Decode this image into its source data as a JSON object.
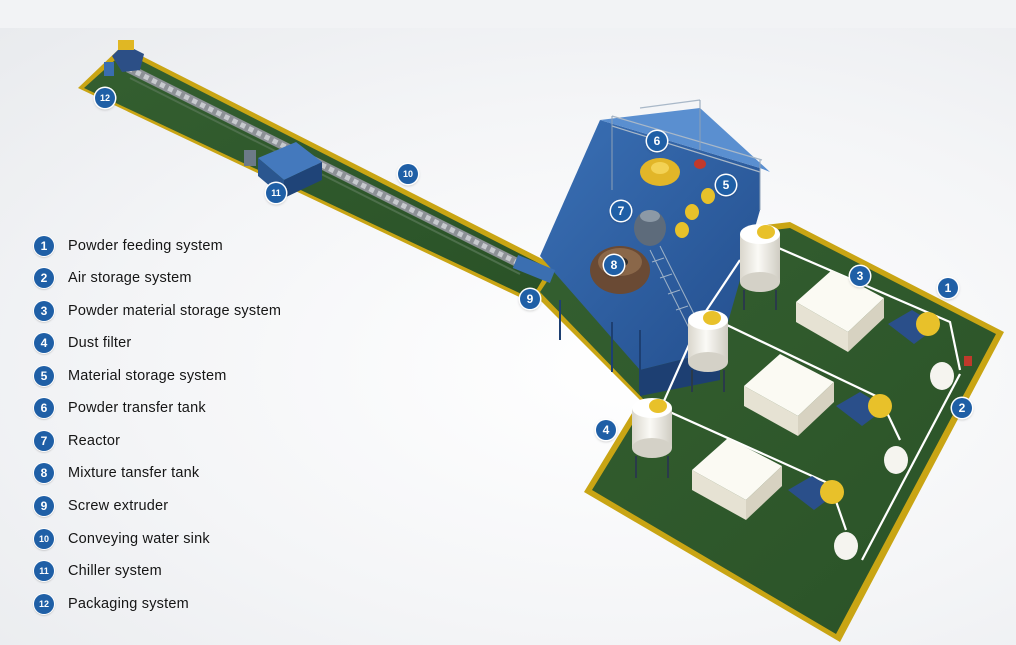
{
  "legend": [
    {
      "num": "1",
      "label": "Powder feeding system"
    },
    {
      "num": "2",
      "label": "Air storage system"
    },
    {
      "num": "3",
      "label": "Powder material storage system"
    },
    {
      "num": "4",
      "label": "Dust filter"
    },
    {
      "num": "5",
      "label": "Material storage system"
    },
    {
      "num": "6",
      "label": "Powder transfer tank"
    },
    {
      "num": "7",
      "label": "Reactor"
    },
    {
      "num": "8",
      "label": "Mixture tansfer tank"
    },
    {
      "num": "9",
      "label": "Screw extruder"
    },
    {
      "num": "10",
      "label": "Conveying water sink"
    },
    {
      "num": "11",
      "label": "Chiller system"
    },
    {
      "num": "12",
      "label": "Packaging system"
    }
  ],
  "callouts": {
    "c1": "1",
    "c2": "2",
    "c3": "3",
    "c4": "4",
    "c5": "5",
    "c6": "6",
    "c7": "7",
    "c8": "8",
    "c9": "9",
    "c10": "10",
    "c11": "11",
    "c12": "12"
  },
  "colors": {
    "badge": "#1f5fa6",
    "floor": "#2f5a2c",
    "floor_edge": "#d8b21a",
    "structure": "#2d5fa5",
    "tank": "#f3f1ea",
    "tank_cap": "#e8c12a"
  }
}
